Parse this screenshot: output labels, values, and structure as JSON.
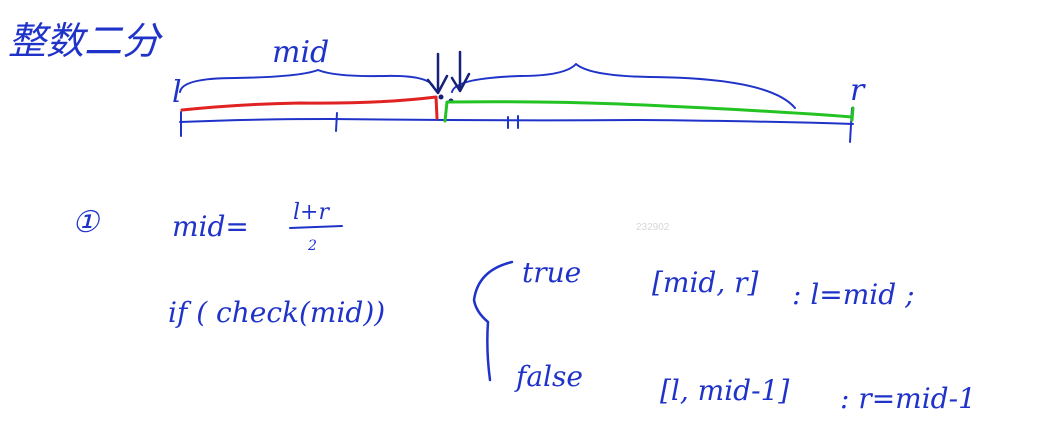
{
  "colors": {
    "ink": "#1f33c9",
    "ink_dark": "#15217a",
    "lower_segment": "#e02222",
    "upper_segment": "#22c322",
    "watermark": "#d6d6d6"
  },
  "title": "整数二分",
  "number_line": {
    "left_label": "l",
    "right_label": "r",
    "brace_label": "mid"
  },
  "case_marker": "①",
  "formula": {
    "mid": "mid=",
    "numerator": "l+r",
    "denominator": "2"
  },
  "condition": "if ( check(mid))",
  "branches": [
    {
      "outcome": "true",
      "interval": "[mid, r]",
      "assignment": ": l=mid ;"
    },
    {
      "outcome": "false",
      "interval": "[l, mid-1]",
      "assignment": ": r=mid-1"
    }
  ],
  "watermark": "232902"
}
